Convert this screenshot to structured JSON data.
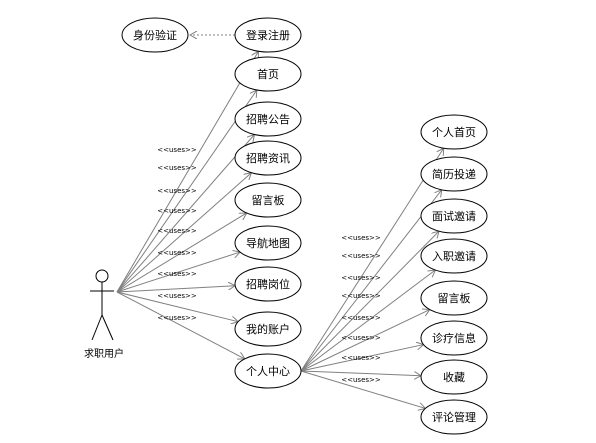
{
  "actor": {
    "label": "求职用户"
  },
  "include_label": "<<uses>>",
  "aux_use_case": {
    "label": "身份验证"
  },
  "main_use_cases": [
    {
      "label": "登录注册"
    },
    {
      "label": "首页"
    },
    {
      "label": "招聘公告"
    },
    {
      "label": "招聘资讯"
    },
    {
      "label": "留言板"
    },
    {
      "label": "导航地图"
    },
    {
      "label": "招聘岗位"
    },
    {
      "label": "我的账户"
    },
    {
      "label": "个人中心"
    }
  ],
  "sub_use_cases": [
    {
      "label": "个人首页"
    },
    {
      "label": "简历投递"
    },
    {
      "label": "面试邀请"
    },
    {
      "label": "入职邀请"
    },
    {
      "label": "留言板"
    },
    {
      "label": "诊疗信息"
    },
    {
      "label": "收藏"
    },
    {
      "label": "评论管理"
    }
  ],
  "colors": {
    "line": "#808080",
    "stroke": "#000000",
    "fill": "#ffffff"
  }
}
